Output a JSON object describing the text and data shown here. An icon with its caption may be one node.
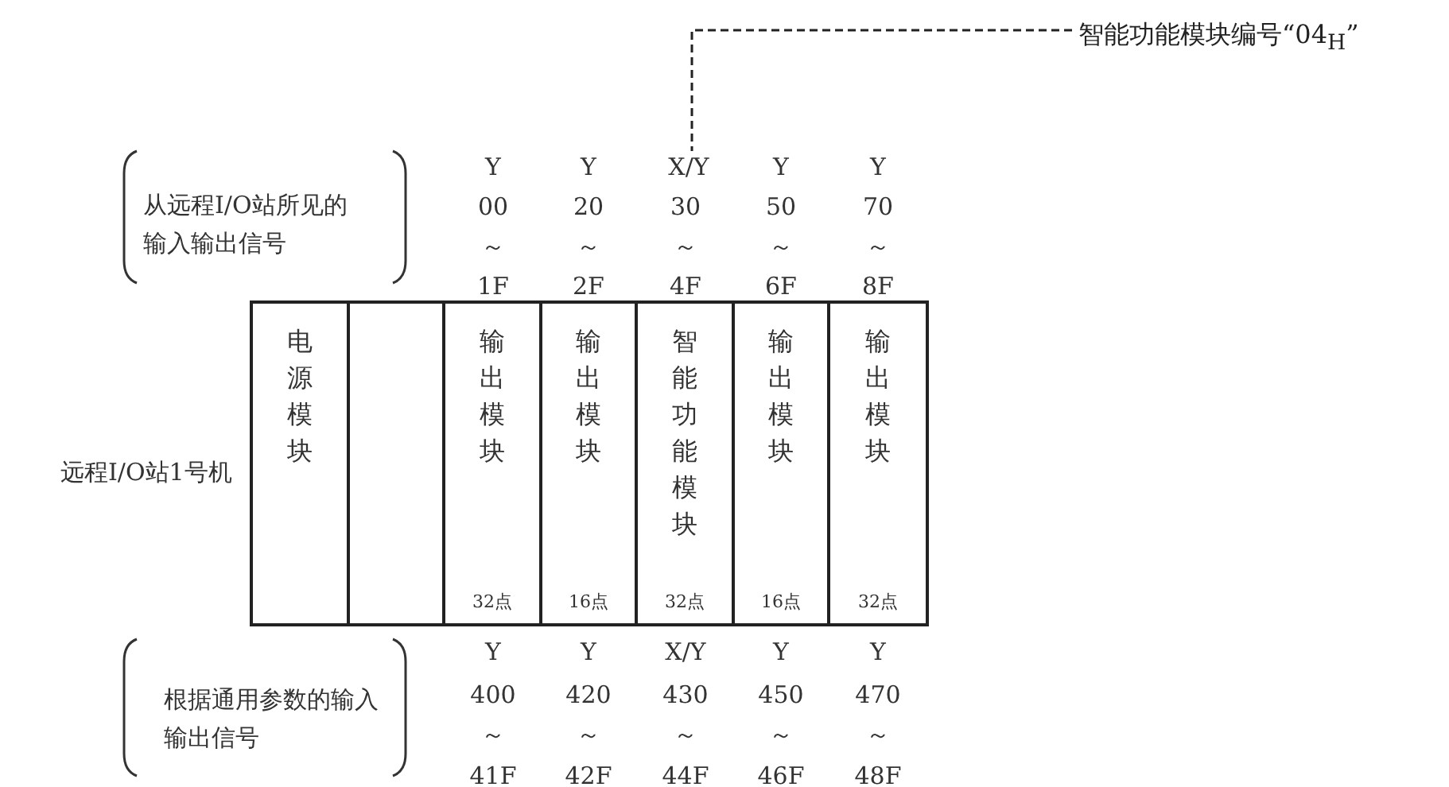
{
  "diagram": {
    "nodes": [
      {
        "text": [
          "电源模块"
        ]
      },
      {
        "text": [],
        "shape": "box"
      },
      {
        "text": [
          "输出模块",
          "32点"
        ]
      },
      {
        "text": [
          "输出模块",
          "16点"
        ]
      },
      {
        "text": [
          "智能功能模块",
          "32点"
        ]
      },
      {
        "text": [
          "输出模块",
          "16点"
        ]
      },
      {
        "text": [
          "输出模块",
          "32点"
        ]
      },
      {
        "text": [
          "智能功能模块编号“04$_{H}$”"
        ]
      },
      {
        "text": [
          "X/Y"
        ]
      }
    ],
    "edges": [
      {
        "from": 7,
        "to": 8,
        "arrow": "none",
        "style": "dashed"
      }
    ],
    "labels": [
      "从远程I/O站所见的输入输出信号",
      "Y",
      "Y",
      "Y",
      "Y",
      "00",
      "20",
      "30",
      "50",
      "70",
      "～",
      "～",
      "～",
      "～",
      "～",
      "1F",
      "2F",
      "4F",
      "6F",
      "8F",
      "远程I/O站1号机",
      "根据通用参数的输入输出信号",
      "Y",
      "Y",
      "X/Y",
      "Y",
      "Y",
      "400",
      "420",
      "430",
      "450",
      "470",
      "～",
      "～",
      "～",
      "～",
      "～",
      "41F",
      "42F",
      "44F",
      "46F",
      "48F"
    ]
  }
}
